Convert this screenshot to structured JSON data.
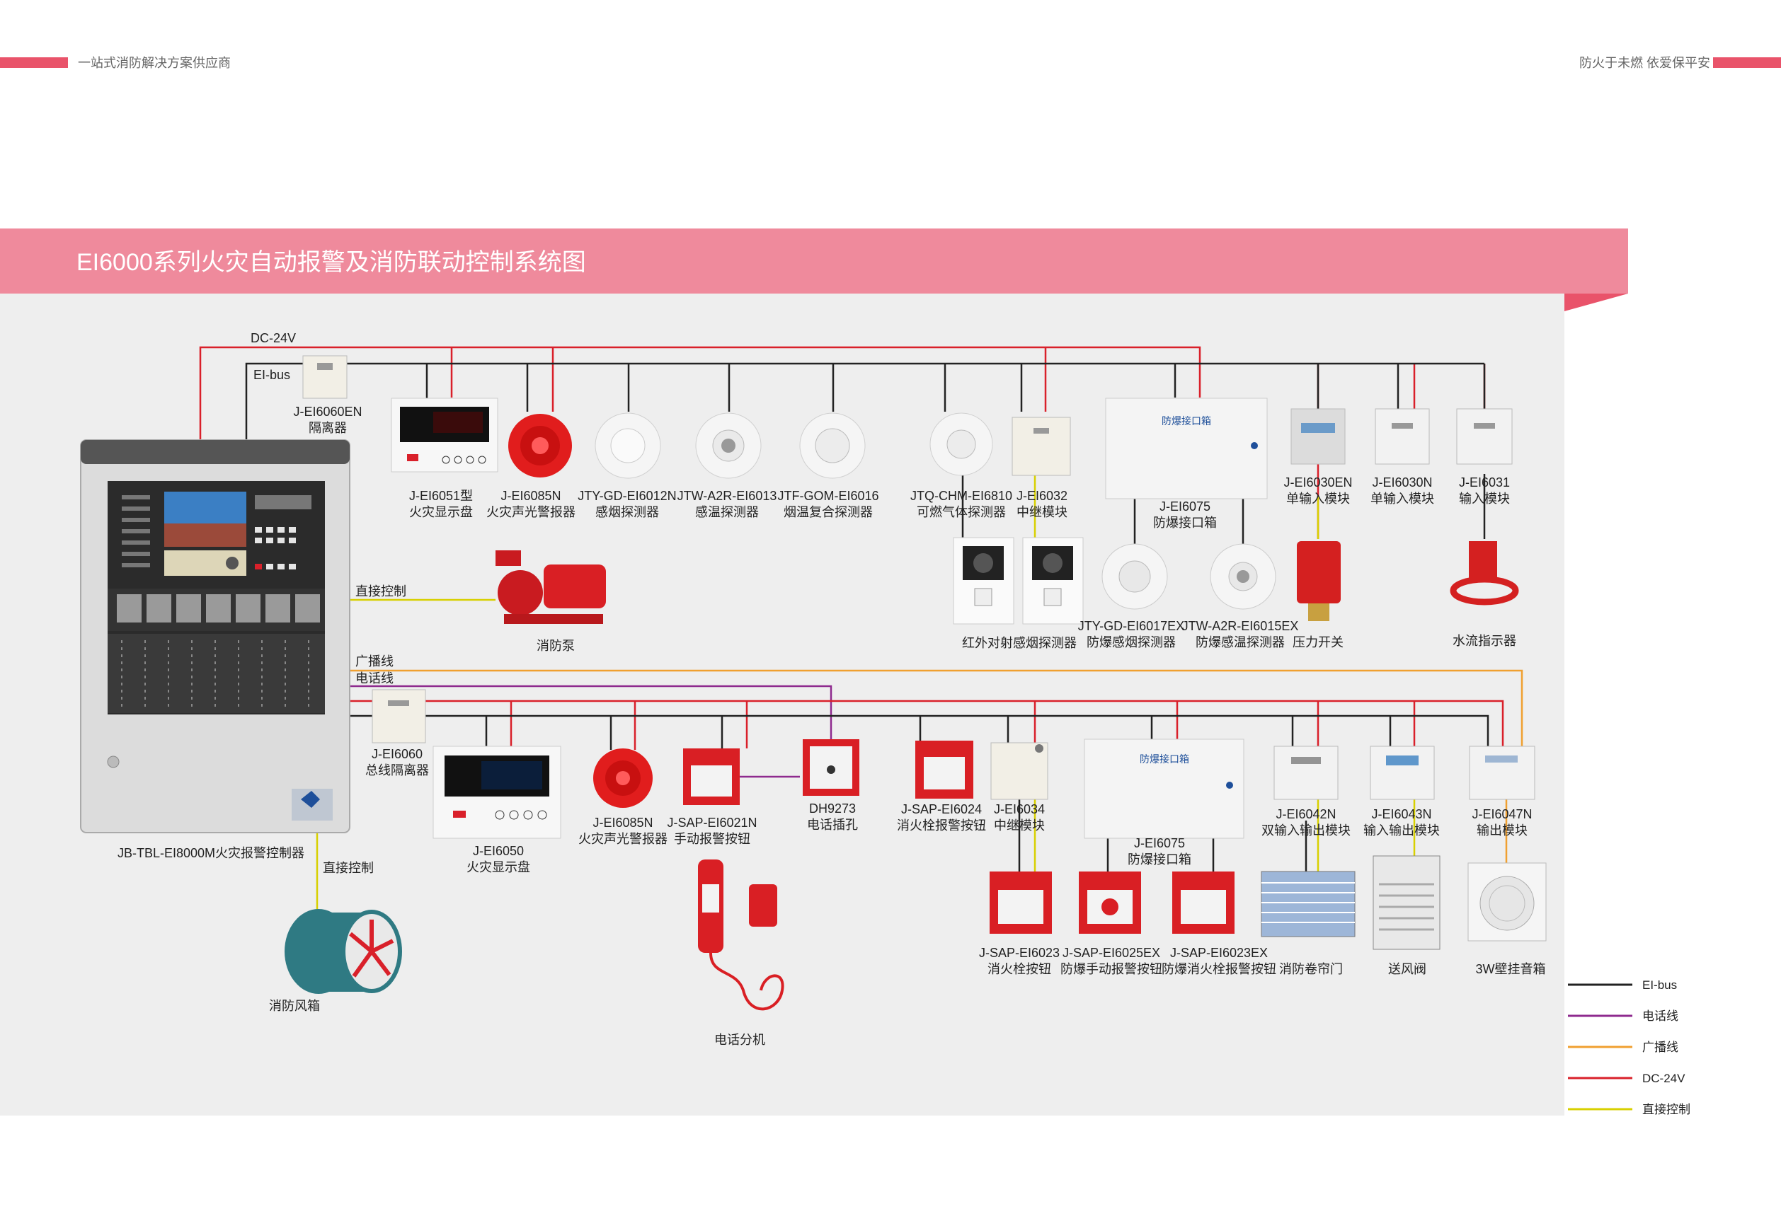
{
  "header": {
    "left_tagline": "一站式消防解决方案供应商",
    "right_tagline": "防火于未燃   依爱保平安"
  },
  "title": "EI6000系列火灾自动报警及消防联动控制系统图",
  "line_labels": {
    "dc24v": "DC-24V",
    "eibus": "EI-bus",
    "direct_control_pump": "直接控制",
    "broadcast": "广播线",
    "telephone": "电话线",
    "direct_control_fan": "直接控制"
  },
  "devices": {
    "isolator_top": {
      "model": "J-EI6060EN",
      "name": "隔离器"
    },
    "display_panel_top": {
      "model": "J-EI6051型",
      "name": "火灾显示盘"
    },
    "strobe_top": {
      "model": "J-EI6085N",
      "name": "火灾声光警报器"
    },
    "smoke_detector": {
      "model": "JTY-GD-EI6012N",
      "name": "感烟探测器"
    },
    "heat_detector": {
      "model": "JTW-A2R-EI6013",
      "name": "感温探测器"
    },
    "combo_detector": {
      "model": "JTF-GOM-EI6016",
      "name": "烟温复合探测器"
    },
    "gas_detector": {
      "model": "JTQ-CHM-EI6810",
      "name": "可燃气体探测器"
    },
    "relay_top": {
      "model": "J-EI6032",
      "name": "中继模块"
    },
    "ex_box_top": {
      "model": "J-EI6075",
      "name": "防爆接口箱",
      "panel_text": "防爆接口箱"
    },
    "input_module_a": {
      "model": "J-EI6030EN",
      "name": "单输入模块"
    },
    "input_module_b": {
      "model": "J-EI6030N",
      "name": "单输入模块"
    },
    "input_module_c": {
      "model": "J-EI6031",
      "name": "输入模块"
    },
    "beam_detector": {
      "name": "红外对射感烟探测器"
    },
    "ex_smoke": {
      "model": "JTY-GD-EI6017EX",
      "name": "防爆感烟探测器"
    },
    "ex_heat": {
      "model": "JTW-A2R-EI6015EX",
      "name": "防爆感温探测器"
    },
    "pressure_switch": {
      "name": "压力开关"
    },
    "flow_indicator": {
      "name": "水流指示器"
    },
    "fire_pump": {
      "name": "消防泵"
    },
    "bus_isolator": {
      "model": "J-EI6060",
      "name": "总线隔离器"
    },
    "display_panel_bottom": {
      "model": "J-EI6050",
      "name": "火灾显示盘"
    },
    "strobe_bottom": {
      "model": "J-EI6085N",
      "name": "火灾声光警报器"
    },
    "manual_call_point": {
      "model": "J-SAP-EI6021N",
      "name": "手动报警按钮"
    },
    "phone_jack": {
      "model": "DH9273",
      "name": "电话插孔"
    },
    "hydrant_button": {
      "model": "J-SAP-EI6024",
      "name": "消火栓报警按钮"
    },
    "relay_bottom": {
      "model": "J-EI6034",
      "name": "中继模块"
    },
    "ex_box_bottom": {
      "model": "J-EI6075",
      "name": "防爆接口箱",
      "panel_text": "防爆接口箱"
    },
    "io_module_dual": {
      "model": "J-EI6042N",
      "name": "双输入输出模块"
    },
    "io_module": {
      "model": "J-EI6043N",
      "name": "输入输出模块"
    },
    "output_module": {
      "model": "J-EI6047N",
      "name": "输出模块"
    },
    "hydrant_btn_ex": {
      "model": "J-SAP-EI6023",
      "name": "消火栓按钮"
    },
    "manual_ex": {
      "model": "J-SAP-EI6025EX",
      "name": "防爆手动报警按钮"
    },
    "hydrant_ex": {
      "model": "J-SAP-EI6023EX",
      "name": "防爆消火栓报警按钮"
    },
    "roller_shutter": {
      "name": "消防卷帘门"
    },
    "supply_damper": {
      "name": "送风阀"
    },
    "speaker": {
      "name": "3W壁挂音箱"
    },
    "telephone_handset": {
      "name": "电话分机"
    },
    "fire_fan": {
      "name": "消防风箱"
    },
    "controller": {
      "model": "JB-TBL-EI8000M",
      "name": "JB-TBL-EI8000M火灾报警控制器"
    }
  },
  "legend": [
    {
      "label": "EI-bus",
      "color": "#222222"
    },
    {
      "label": "电话线",
      "color": "#8e2a8e"
    },
    {
      "label": "广播线",
      "color": "#f0a030"
    },
    {
      "label": "DC-24V",
      "color": "#d9202a"
    },
    {
      "label": "直接控制",
      "color": "#d8d000"
    }
  ],
  "colors": {
    "accent_pink": "#e9536a",
    "title_band": "#ef8a9c",
    "diagram_bg": "#eeeeee",
    "eibus": "#222222",
    "dc24v": "#d9202a",
    "telephone": "#8e2a8e",
    "broadcast": "#f0a030",
    "direct_control": "#d8d000"
  }
}
